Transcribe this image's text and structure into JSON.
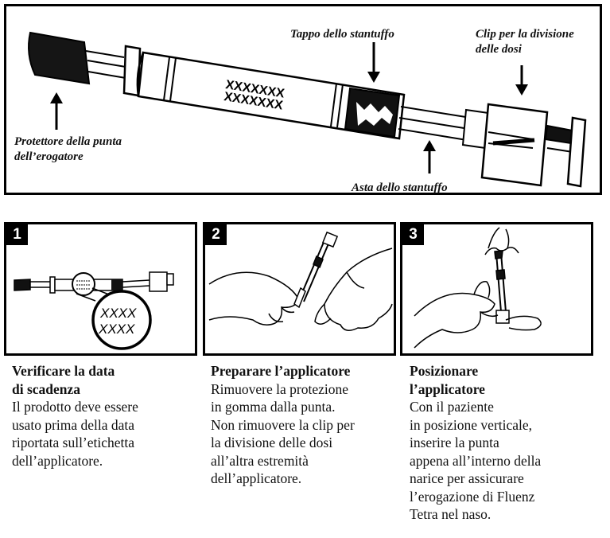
{
  "diagram": {
    "labels": {
      "tip_protector": [
        "Protettore della punta",
        "dell’erogatore"
      ],
      "plunger_cap": "Tappo dello stantuffo",
      "dose_clip": [
        "Clip per la divisione",
        "delle dosi"
      ],
      "plunger_rod": "Asta dello stantuffo"
    },
    "label_text": "XXXXXXX",
    "zoom_text": "XXXX"
  },
  "steps": [
    {
      "number": "1",
      "title": [
        "Verificare la data",
        "di scadenza"
      ],
      "body": [
        "Il prodotto deve essere",
        "usato prima della data",
        "riportata sull’etichetta",
        "dell’applicatore."
      ]
    },
    {
      "number": "2",
      "title": [
        "Preparare l’applicatore"
      ],
      "body": [
        "Rimuovere la protezione",
        "in gomma dalla punta.",
        "Non rimuovere la clip per",
        "la divisione delle dosi",
        "all’altra estremità",
        "dell’applicatore."
      ]
    },
    {
      "number": "3",
      "title": [
        "Posizionare",
        "l’applicatore"
      ],
      "body": [
        "Con il paziente",
        "in posizione verticale,",
        "inserire la punta",
        "appena all’interno della",
        "narice per assicurare",
        "l’erogazione di Fluenz",
        "Tetra nel naso."
      ]
    }
  ]
}
